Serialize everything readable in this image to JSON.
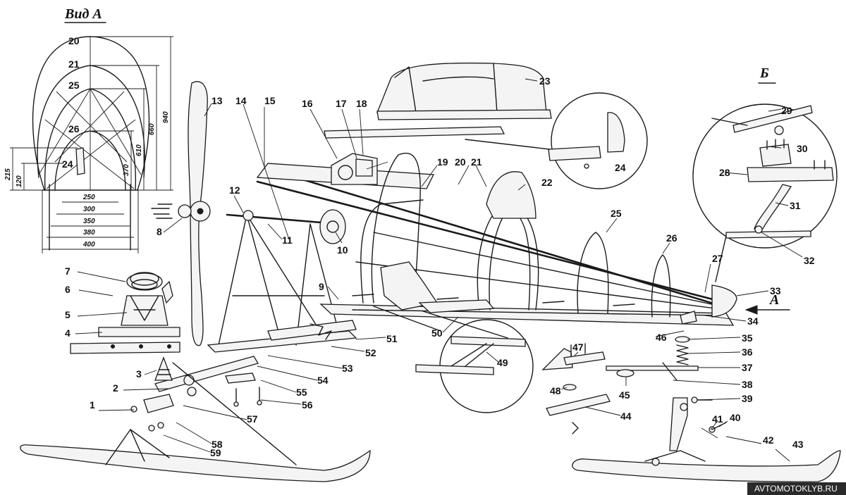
{
  "views": {
    "view_a_title": "Вид А",
    "view_b_title": "Б",
    "arrow_a_label": "A"
  },
  "view_a": {
    "frame_labels": [
      "20",
      "21",
      "25",
      "26",
      "24"
    ],
    "vertical_dims": [
      "940",
      "660",
      "610",
      "370",
      "215",
      "120"
    ],
    "horizontal_dims": [
      "250",
      "300",
      "350",
      "380",
      "400"
    ]
  },
  "parts": [
    "1",
    "2",
    "3",
    "4",
    "5",
    "6",
    "7",
    "8",
    "9",
    "10",
    "11",
    "12",
    "13",
    "14",
    "15",
    "16",
    "17",
    "18",
    "19",
    "20",
    "21",
    "22",
    "23",
    "24",
    "25",
    "26",
    "27",
    "28",
    "29",
    "30",
    "31",
    "32",
    "33",
    "34",
    "35",
    "36",
    "37",
    "38",
    "39",
    "40",
    "41",
    "42",
    "43",
    "44",
    "45",
    "46",
    "47",
    "48",
    "49",
    "50",
    "51",
    "52",
    "53",
    "54",
    "55",
    "56",
    "57",
    "58",
    "59"
  ],
  "watermark": "AVTOMOTOKLYB.RU"
}
